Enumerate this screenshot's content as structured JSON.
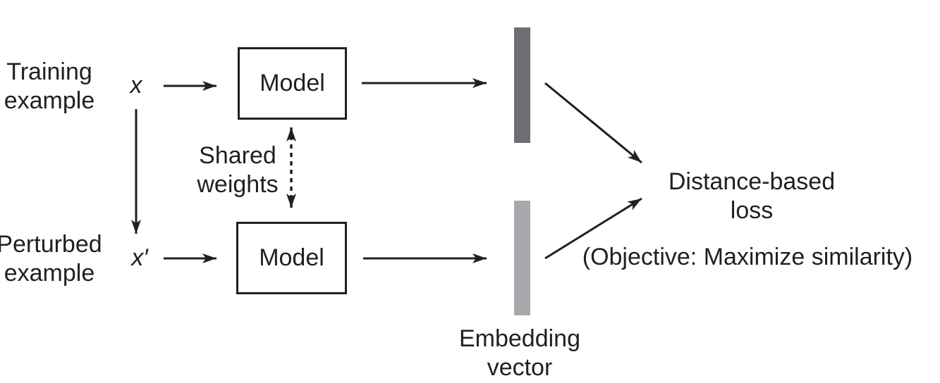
{
  "figure": {
    "background": "#ffffff",
    "ink": "#231f20"
  },
  "labels": {
    "training_example": "Training\nexample",
    "perturbed_example": "Perturbed\nexample",
    "input_top": "x",
    "input_bottom": "x′",
    "model_top": "Model",
    "model_bottom": "Model",
    "shared_weights": "Shared\nweights",
    "embedding_vector": "Embedding\nvector",
    "loss": "Distance-based\nloss",
    "objective": "(Objective: Maximize similarity)"
  },
  "embedding_bars": {
    "top_color": "#6d6e71",
    "bottom_color": "#a7a9ac"
  }
}
